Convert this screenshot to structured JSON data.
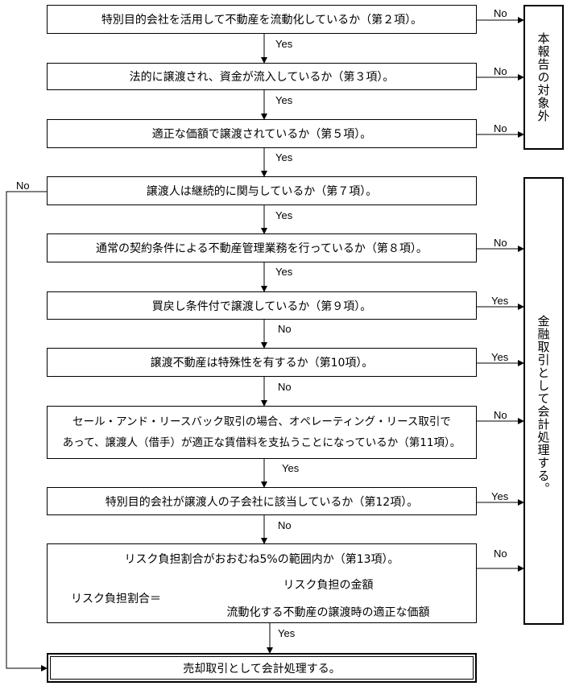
{
  "steps": {
    "s1": "特別目的会社を活用して不動産を流動化しているか（第２項）。",
    "s2": "法的に譲渡され、資金が流入しているか（第３項）。",
    "s3": "適正な価額で譲渡されているか（第５項）。",
    "s4": "譲渡人は継続的に関与しているか（第７項）。",
    "s5": "通常の契約条件による不動産管理業務を行っているか（第８項）。",
    "s6": "買戻し条件付で譲渡しているか（第９項）。",
    "s7": "譲渡不動産は特殊性を有するか（第10項）。",
    "s8_line1": "セール・アンド・リースバック取引の場合、オペレーティング・リース取引で",
    "s8_line2": "あって、譲渡人（借手）が適正な賃借料を支払うことになっているか（第11項）。",
    "s9": "特別目的会社が譲渡人の子会社に該当しているか（第12項）。",
    "s10_title": "リスク負担割合がおおむね5%の範囲内か（第13項）。",
    "s10_formula_label": "リスク負担割合＝",
    "s10_numerator": "リスク負担の金額",
    "s10_denominator": "流動化する不動産の譲渡時の適正な価額",
    "final": "売却取引として会計処理する。"
  },
  "outcomes": {
    "out_of_scope": "本報告の対象外",
    "financing": "金融取引として会計処理する。"
  },
  "labels": {
    "yes": "Yes",
    "no": "No"
  }
}
